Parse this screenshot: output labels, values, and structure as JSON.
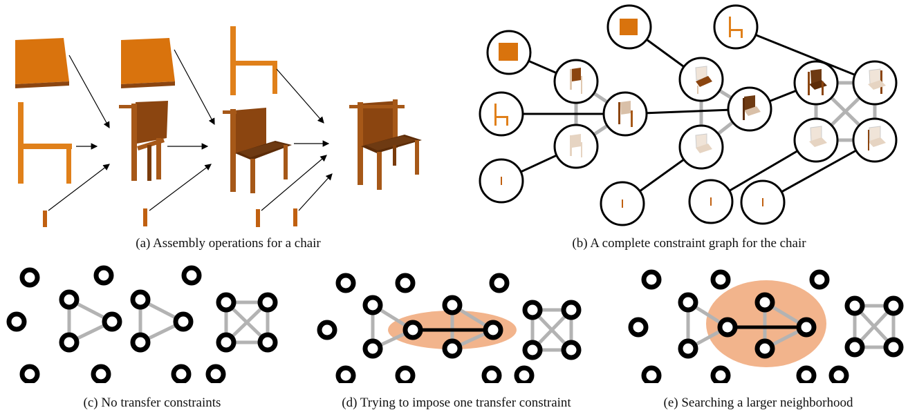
{
  "captions": {
    "a": "(a) Assembly operations for a chair",
    "b": "(b) A complete constraint graph for the chair",
    "c": "(c) No transfer constraints",
    "d": "(d) Trying to impose one transfer constraint",
    "e": "(e) Searching a larger neighborhood"
  },
  "colors": {
    "seat_orange": "#d9730d",
    "dark_wood": "#8b4510",
    "highlight": "#f2b48c",
    "gray_edge": "#b3b3b3"
  }
}
